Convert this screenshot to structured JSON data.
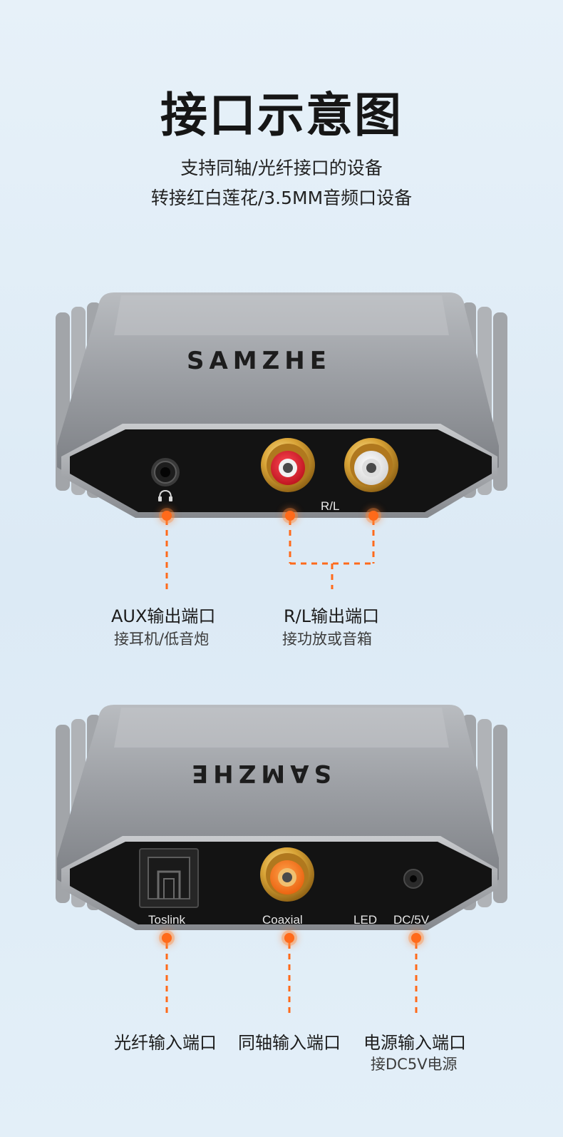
{
  "header": {
    "title": "接口示意图",
    "subtitle_line1": "支持同轴/光纤接口的设备",
    "subtitle_line2": "转接红白莲花/3.5MM音频口设备"
  },
  "device_top": {
    "brand": "SAMZHE",
    "rl_label": "R/L",
    "icons": [
      "headphone-icon"
    ],
    "callouts": [
      {
        "title": "AUX输出端口",
        "desc": "接耳机/低音炮"
      },
      {
        "title": "R/L输出端口",
        "desc": "接功放或音箱"
      }
    ]
  },
  "device_bottom": {
    "brand": "SAMZHE",
    "port_labels": {
      "toslink": "Toslink",
      "coaxial": "Coaxial",
      "led": "LED",
      "dc": "DC/5V"
    },
    "callouts": [
      {
        "title": "光纤输入端口",
        "desc": ""
      },
      {
        "title": "同轴输入端口",
        "desc": ""
      },
      {
        "title": "电源输入端口",
        "desc": "接DC5V电源"
      }
    ]
  },
  "colors": {
    "accent_orange": "#ff6a1a",
    "rca_red": "#e81a2a",
    "rca_white": "#f4f4f4",
    "rca_orange": "#ff7a1c",
    "gold": "#d9a437"
  }
}
